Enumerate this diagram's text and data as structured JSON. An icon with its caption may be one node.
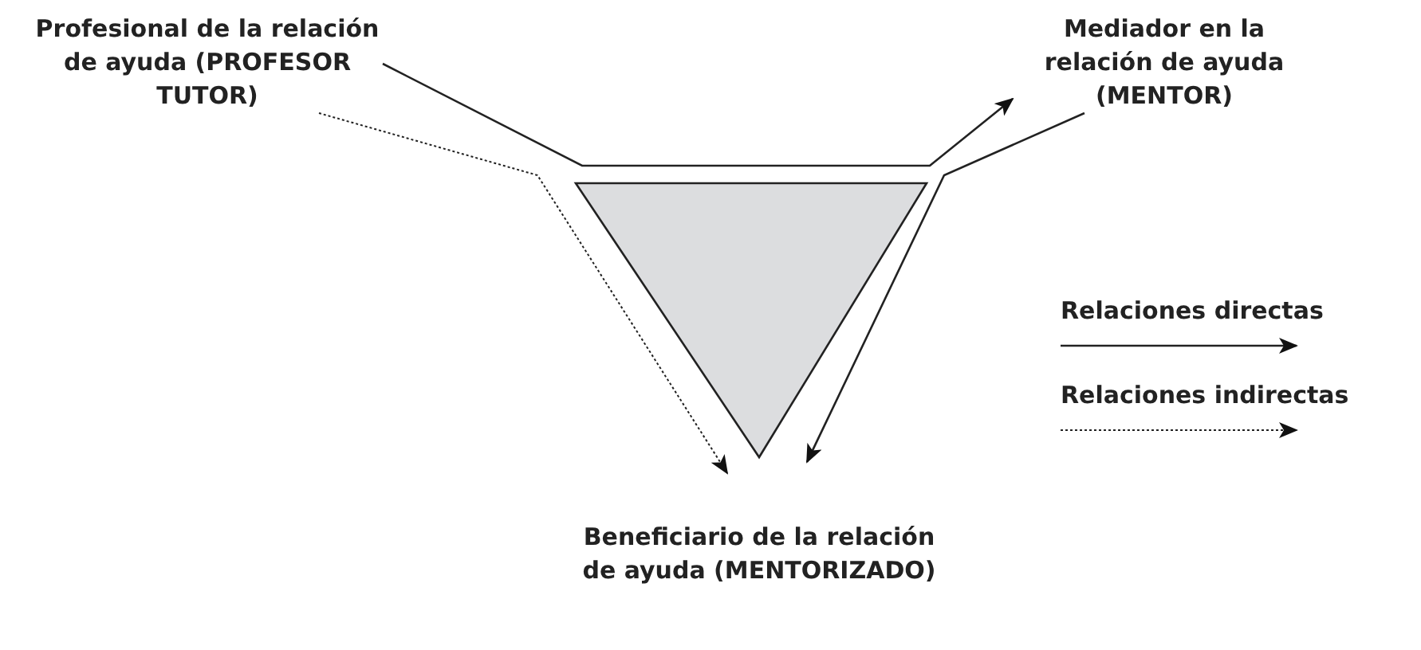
{
  "diagram": {
    "nodes": [
      {
        "text": [
          "Profesional de la relación de ayuda (PROFESOR TUTOR)"
        ]
      },
      {
        "text": [
          "Mediador en la relación de ayuda (MENTOR)"
        ]
      },
      {
        "text": [
          "Beneficiario de la relación de ayuda (MENTORIZADO)"
        ]
      }
    ],
    "edges": [
      {
        "from": 0,
        "to": 1,
        "arrow": "to"
      },
      {
        "from": 1,
        "to": 2,
        "arrow": "to"
      },
      {
        "from": 0,
        "to": 2,
        "arrow": "to",
        "style": "dashed"
      }
    ],
    "legend": [
      {
        "text": "Relaciones directas"
      },
      {
        "text": "Relaciones indirectas"
      }
    ]
  }
}
